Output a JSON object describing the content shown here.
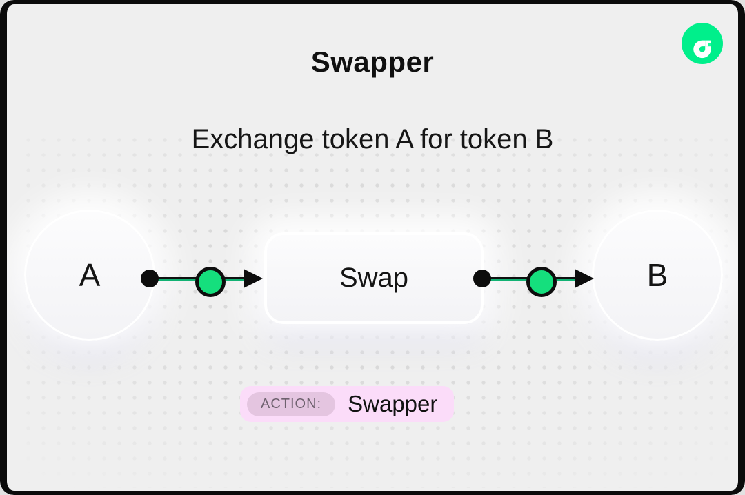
{
  "page": {
    "background": "#EFEFEF",
    "frame_color": "#0B0B0B",
    "dot_color": "#D7D7D7"
  },
  "header": {
    "title": "Swapper",
    "subtitle": "Exchange token A for token B"
  },
  "logo": {
    "name": "flow-logo",
    "brand_color": "#00EF8B",
    "notch_color": "#16FF99"
  },
  "diagram": {
    "input_node": {
      "label": "A"
    },
    "process_node": {
      "label": "Swap"
    },
    "output_node": {
      "label": "B"
    },
    "flow_direction": "left-to-right",
    "port_color": "#15DF7D",
    "line_color": "#0D0D0D",
    "line_accent_color": "#12B273"
  },
  "action_badge": {
    "label": "ACTION:",
    "value": "Swapper",
    "bg_color": "#FBDCF9",
    "label_bg_color": "#E4C5E0"
  }
}
